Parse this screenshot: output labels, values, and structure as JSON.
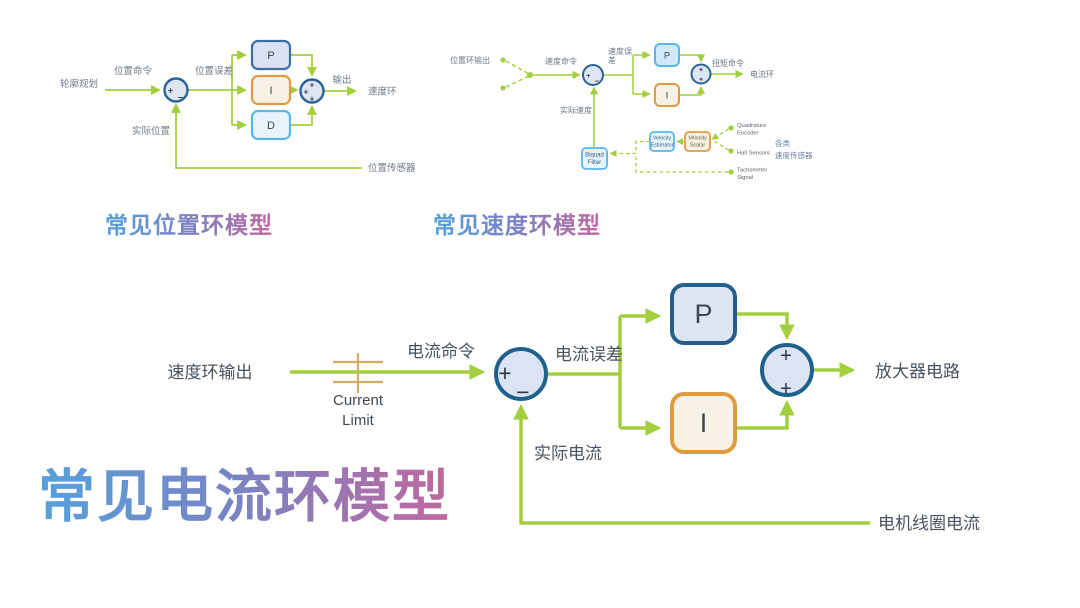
{
  "colors": {
    "signal_green": "#a3cf3e",
    "dark_blue_border": "#2a6496",
    "periwinkle_fill": "#dfe5f3",
    "orange_border": "#e09a44",
    "cream_fill": "#f7f1e4",
    "sky_blue_border": "#58b7e8",
    "light_blue_fill": "#e7f4fc",
    "limit_symbol_orange": "#d9a967",
    "label_gray": "#49535d",
    "title_gradient": [
      "#55a0dc",
      "#7c82c2",
      "#c2679e"
    ]
  },
  "position_loop": {
    "title": "常见位置环模型",
    "source_label": "轮廓规划",
    "command_label": "位置命令",
    "error_label": "位置误差",
    "feedback_label": "实际位置",
    "output_label": "输出",
    "next_stage_label": "速度环",
    "sensor_label": "位置传感器",
    "block_p": "P",
    "block_i": "I",
    "block_d": "D"
  },
  "velocity_loop": {
    "title": "常见速度环模型",
    "source_label": "位置环输出",
    "command_label": "速度命令",
    "error_label_line1": "速度误",
    "error_label_line2": "差",
    "feedback_label": "实际速度",
    "torque_label": "扭矩命令",
    "next_stage_label": "电流环",
    "block_p": "P",
    "block_i": "I",
    "biquad_line1": "Biquad",
    "biquad_line2": "Filter",
    "estimator_line1": "Velocity",
    "estimator_line2": "Estimator",
    "scalar_line1": "Velocity",
    "scalar_line2": "Scalar",
    "sensor_quadrature_line1": "Quadrature",
    "sensor_quadrature_line2": "Encoder",
    "sensor_hall": "Hall Sensors",
    "sensor_tachometer_line1": "Tachometer",
    "sensor_tachometer_line2": "Signal",
    "sensor_group_line1": "各类",
    "sensor_group_line2": "速度传感器"
  },
  "current_loop": {
    "title": "常见电流环模型",
    "source_label": "速度环输出",
    "limit_line1": "Current",
    "limit_line2": "Limit",
    "command_label": "电流命令",
    "error_label": "电流误差",
    "feedback_label": "实际电流",
    "output_label": "放大器电路",
    "sensor_label": "电机线圈电流",
    "block_p": "P",
    "block_i": "I"
  },
  "symbols": {
    "plus": "+",
    "minus": "−"
  }
}
